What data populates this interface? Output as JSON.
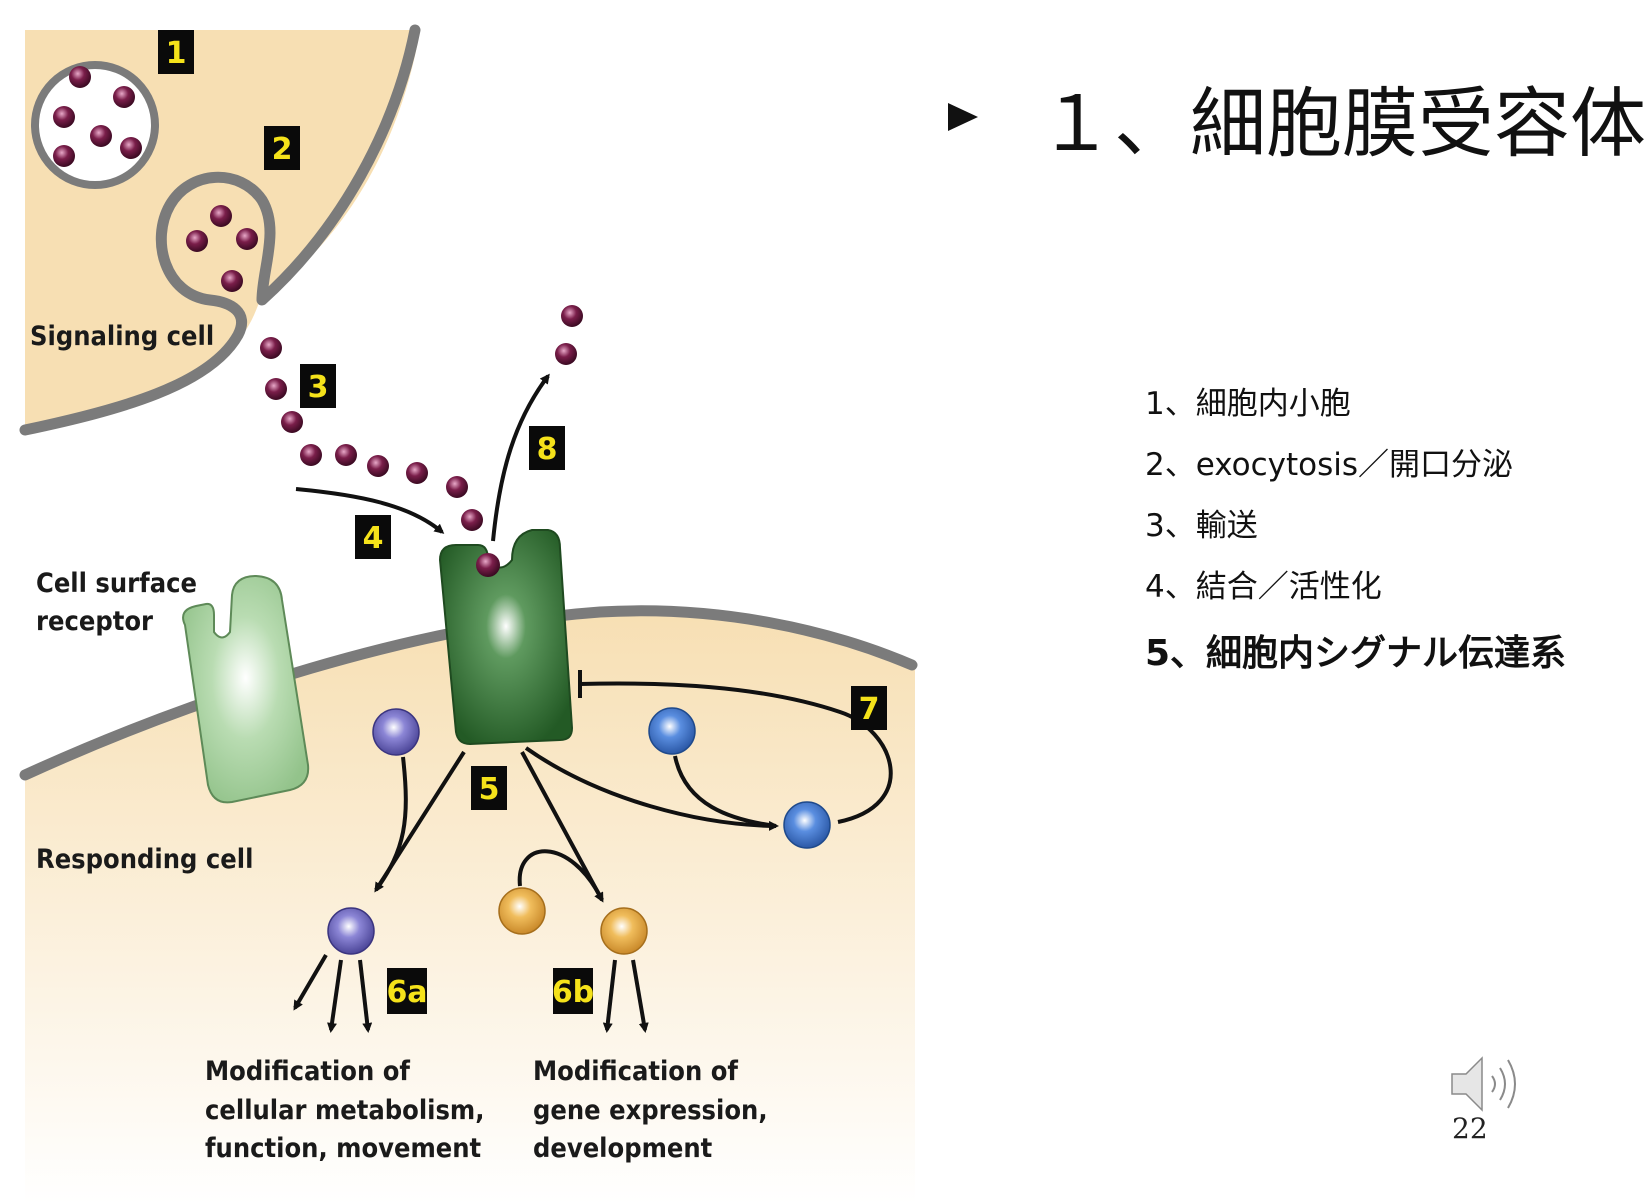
{
  "slide": {
    "title": "１、細胞膜受容体",
    "page_number": "22"
  },
  "steps": [
    "1、細胞内小胞",
    "2、exocytosis／開口分泌",
    "3、輸送",
    "4、結合／活性化",
    "5、細胞内シグナル伝達系"
  ],
  "diagram": {
    "labels": {
      "signaling_cell": "Signaling cell",
      "cell_surface_receptor_1": "Cell surface",
      "cell_surface_receptor_2": "receptor",
      "responding_cell": "Responding cell",
      "outcome_a_1": "Modification of",
      "outcome_a_2": "cellular metabolism,",
      "outcome_a_3": "function, movement",
      "outcome_b_1": "Modification of",
      "outcome_b_2": "gene expression,",
      "outcome_b_3": "development"
    },
    "badges": {
      "b1": "1",
      "b2": "2",
      "b3": "3",
      "b4": "4",
      "b5": "5",
      "b6a": "6a",
      "b6b": "6b",
      "b7": "7",
      "b8": "8"
    },
    "colors": {
      "cell_fill": "#f7dfb3",
      "membrane": "#7b7b7b",
      "molecule": "#7a1e4a",
      "receptor_active": "#2f6b2f",
      "receptor_inactive": "#a9d3a2",
      "protein_purple": "#6a63b5",
      "protein_blue": "#3f74c8",
      "protein_orange": "#e7aa3c",
      "badge_bg": "#0a0a0a",
      "badge_text": "#f5e21a"
    }
  },
  "icons": {
    "speaker": "speaker-icon"
  }
}
